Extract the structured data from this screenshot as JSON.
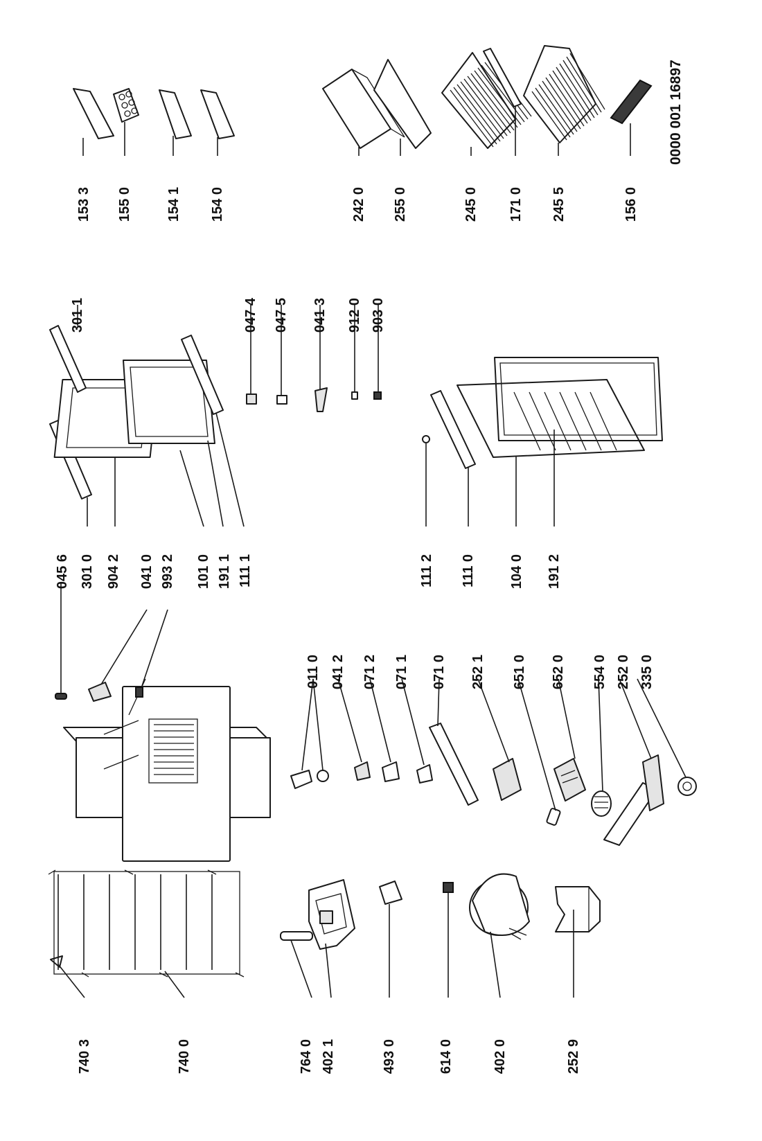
{
  "document_ref": "0000 001 16897",
  "labels": {
    "p740_3": "740 3",
    "p740_0": "740 0",
    "p764_0": "764 0",
    "p402_1": "402 1",
    "p493_0": "493 0",
    "p614_0": "614 0",
    "p402_0": "402 0",
    "p252_9": "252 9",
    "p011_0": "011 0",
    "p041_2": "041 2",
    "p071_2": "071 2",
    "p071_1": "071 1",
    "p071_0": "071 0",
    "p252_1": "252 1",
    "p651_0": "651 0",
    "p652_0": "652 0",
    "p554_0": "554 0",
    "p252_0": "252 0",
    "p335_0": "335 0",
    "p045_6": "045 6",
    "p301_0": "301 0",
    "p904_2": "904 2",
    "p041_0": "041 0",
    "p993_2": "993 2",
    "p101_0": "101 0",
    "p191_1": "191 1",
    "p111_1": "111 1",
    "p301_1": "301 1",
    "p047_4": "047 4",
    "p047_5": "047 5",
    "p041_3": "041 3",
    "p912_0": "912 0",
    "p903_0": "903 0",
    "p111_2": "111 2",
    "p111_0": "111 0",
    "p104_0": "104 0",
    "p191_2": "191 2",
    "p153_3": "153 3",
    "p155_0": "155 0",
    "p154_1": "154 1",
    "p154_0": "154 0",
    "p242_0": "242 0",
    "p255_0": "255 0",
    "p245_0": "245 0",
    "p171_0": "171 0",
    "p245_5": "245 5",
    "p156_0": "156 0"
  }
}
